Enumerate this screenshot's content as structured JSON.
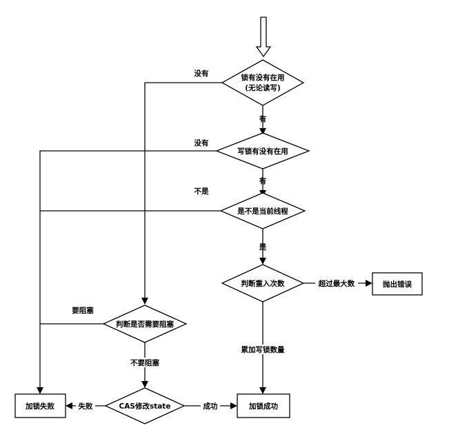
{
  "nodes": {
    "check_lock": {
      "line1": "锁有没有在用",
      "line2": "(无论读写)"
    },
    "check_write_lock": "写锁有没有在用",
    "check_current_thread": "是不是当前线程",
    "check_reentry": "判断重入次数",
    "throw_error": "抛出错误",
    "check_block": "判断是否需要阻塞",
    "cas_state": "CAS修改state",
    "lock_fail": "加锁失败",
    "lock_success": "加锁成功"
  },
  "edges": {
    "lock_no": "没有",
    "lock_yes": "有",
    "write_no": "没有",
    "write_yes": "有",
    "thread_no": "不是",
    "thread_yes": "是",
    "reentry_exceed": "超过最大数",
    "reentry_accumulate": "累加写锁数量",
    "block_yes": "要阻塞",
    "block_no": "不要阻塞",
    "cas_fail": "失败",
    "cas_success": "成功"
  }
}
